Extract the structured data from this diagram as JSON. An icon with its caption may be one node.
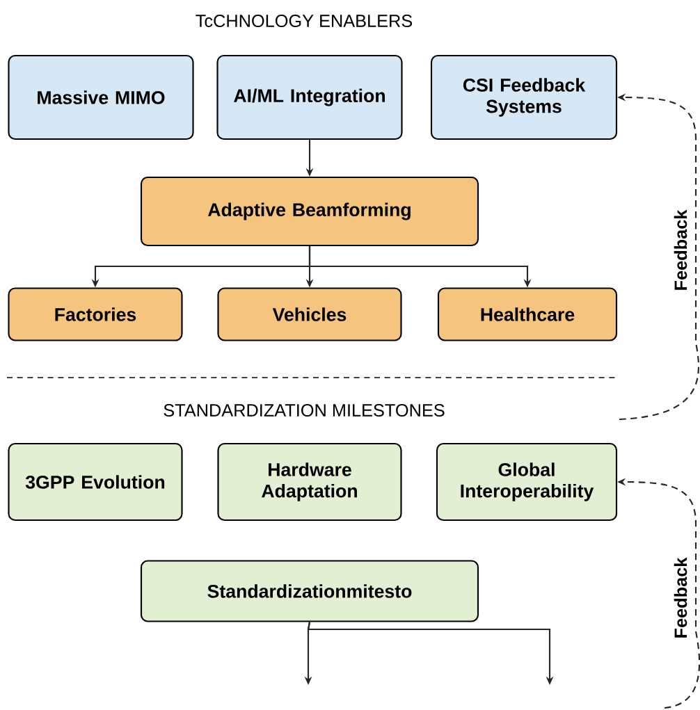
{
  "diagram": {
    "nodes": [
      {
        "text": [
          "Massive MIMO"
        ]
      },
      {
        "text": [
          "AI/ML Integration"
        ]
      },
      {
        "text": [
          "CSI Feedback Systems"
        ]
      },
      {
        "text": [
          "Adaptive Beamforming"
        ]
      },
      {
        "text": [
          "Factories"
        ]
      },
      {
        "text": [
          "Vehicles"
        ]
      },
      {
        "text": [
          "Healthcare"
        ]
      },
      {
        "text": [
          "3GPP Evolution"
        ]
      },
      {
        "text": [
          "Hardware Adaptation"
        ]
      },
      {
        "text": [
          "Global Interoperability"
        ]
      },
      {
        "text": [
          "Standardizationmitesto"
        ]
      }
    ],
    "edges": [
      {
        "from": 1,
        "to": 3,
        "arrow": "to"
      },
      {
        "from": 3,
        "to": 4,
        "arrow": "to"
      },
      {
        "from": 3,
        "to": 5,
        "arrow": "to"
      },
      {
        "from": 3,
        "to": 6,
        "arrow": "to"
      },
      {
        "from": 10,
        "to": null,
        "arrow": "to"
      },
      {
        "from": 10,
        "to": null,
        "arrow": "to"
      },
      {
        "from": null,
        "to": 2,
        "arrow": "to",
        "label": "Feedback",
        "style": "dashed"
      },
      {
        "from": null,
        "to": 9,
        "arrow": "to",
        "label": "Feedback",
        "style": "dashed"
      }
    ],
    "labels": [
      "TcCHNOLOGY ENABLERS",
      "STANDARDIZATION MILESTONES"
    ]
  }
}
